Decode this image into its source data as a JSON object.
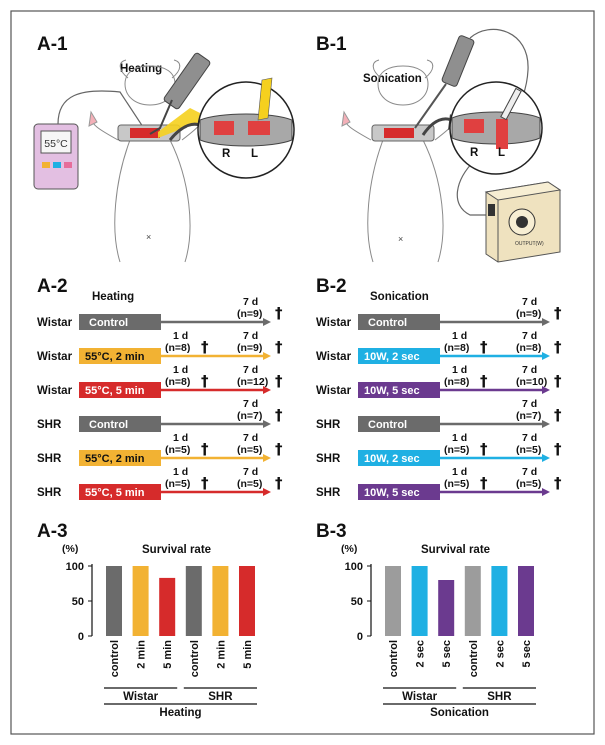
{
  "panels": {
    "a1": "A-1",
    "b1": "B-1",
    "a2": "A-2",
    "b2": "B-2",
    "a3": "A-3",
    "b3": "B-3"
  },
  "illustrations": {
    "heating_label": "Heating",
    "sonication_label": "Sonication",
    "thermometer_display": "55°C",
    "right_label": "R",
    "left_label": "L",
    "device_label": "OUTPUT(W)"
  },
  "colors": {
    "control": "#6b6b6b",
    "heat_2min": "#f2b233",
    "heat_5min": "#d62b2b",
    "son_2sec": "#1fb0e3",
    "son_5sec": "#6b3a8f",
    "control_light": "#9c9c9c"
  },
  "timelines": {
    "a": {
      "title": "Heating",
      "rows": [
        {
          "strain": "Wistar",
          "treatment": "Control",
          "color": "#6b6b6b",
          "d1": "",
          "d7": "7 d",
          "n7": "(n=9)"
        },
        {
          "strain": "Wistar",
          "treatment": "55°C, 2 min",
          "color": "#f2b233",
          "d1": "1 d",
          "n1": "(n=8)",
          "d7": "7 d",
          "n7": "(n=9)"
        },
        {
          "strain": "Wistar",
          "treatment": "55°C, 5 min",
          "color": "#d62b2b",
          "d1": "1 d",
          "n1": "(n=8)",
          "d7": "7 d",
          "n7": "(n=12)"
        },
        {
          "strain": "SHR",
          "treatment": "Control",
          "color": "#6b6b6b",
          "d1": "",
          "d7": "7 d",
          "n7": "(n=7)"
        },
        {
          "strain": "SHR",
          "treatment": "55°C, 2 min",
          "color": "#f2b233",
          "d1": "1 d",
          "n1": "(n=5)",
          "d7": "7 d",
          "n7": "(n=5)"
        },
        {
          "strain": "SHR",
          "treatment": "55°C, 5 min",
          "color": "#d62b2b",
          "d1": "1 d",
          "n1": "(n=5)",
          "d7": "7 d",
          "n7": "(n=5)"
        }
      ]
    },
    "b": {
      "title": "Sonication",
      "rows": [
        {
          "strain": "Wistar",
          "treatment": "Control",
          "color": "#6b6b6b",
          "d1": "",
          "d7": "7 d",
          "n7": "(n=9)"
        },
        {
          "strain": "Wistar",
          "treatment": "10W, 2 sec",
          "color": "#1fb0e3",
          "d1": "1 d",
          "n1": "(n=8)",
          "d7": "7 d",
          "n7": "(n=8)"
        },
        {
          "strain": "Wistar",
          "treatment": "10W, 5 sec",
          "color": "#6b3a8f",
          "d1": "1 d",
          "n1": "(n=8)",
          "d7": "7 d",
          "n7": "(n=10)"
        },
        {
          "strain": "SHR",
          "treatment": "Control",
          "color": "#6b6b6b",
          "d1": "",
          "d7": "7 d",
          "n7": "(n=7)"
        },
        {
          "strain": "SHR",
          "treatment": "10W, 2 sec",
          "color": "#1fb0e3",
          "d1": "1 d",
          "n1": "(n=5)",
          "d7": "7 d",
          "n7": "(n=5)"
        },
        {
          "strain": "SHR",
          "treatment": "10W, 5 sec",
          "color": "#6b3a8f",
          "d1": "1 d",
          "n1": "(n=5)",
          "d7": "7 d",
          "n7": "(n=5)"
        }
      ]
    }
  },
  "chart_data": [
    {
      "type": "bar",
      "title": "Survival rate",
      "ylabel": "(%)",
      "ylim": [
        0,
        100
      ],
      "yticks": [
        0,
        50,
        100
      ],
      "categories": [
        "control",
        "2 min",
        "5 min",
        "control",
        "2 min",
        "5 min"
      ],
      "values": [
        100,
        100,
        83,
        100,
        100,
        100
      ],
      "colors": [
        "#6b6b6b",
        "#f2b233",
        "#d62b2b",
        "#6b6b6b",
        "#f2b233",
        "#d62b2b"
      ],
      "groups": [
        "Wistar",
        "SHR"
      ],
      "xlabel": "Heating",
      "grid": false
    },
    {
      "type": "bar",
      "title": "Survival rate",
      "ylabel": "(%)",
      "ylim": [
        0,
        100
      ],
      "yticks": [
        0,
        50,
        100
      ],
      "categories": [
        "control",
        "2 sec",
        "5 sec",
        "control",
        "2 sec",
        "5 sec"
      ],
      "values": [
        100,
        100,
        80,
        100,
        100,
        100
      ],
      "colors": [
        "#9c9c9c",
        "#1fb0e3",
        "#6b3a8f",
        "#9c9c9c",
        "#1fb0e3",
        "#6b3a8f"
      ],
      "groups": [
        "Wistar",
        "SHR"
      ],
      "xlabel": "Sonication",
      "grid": false
    }
  ]
}
